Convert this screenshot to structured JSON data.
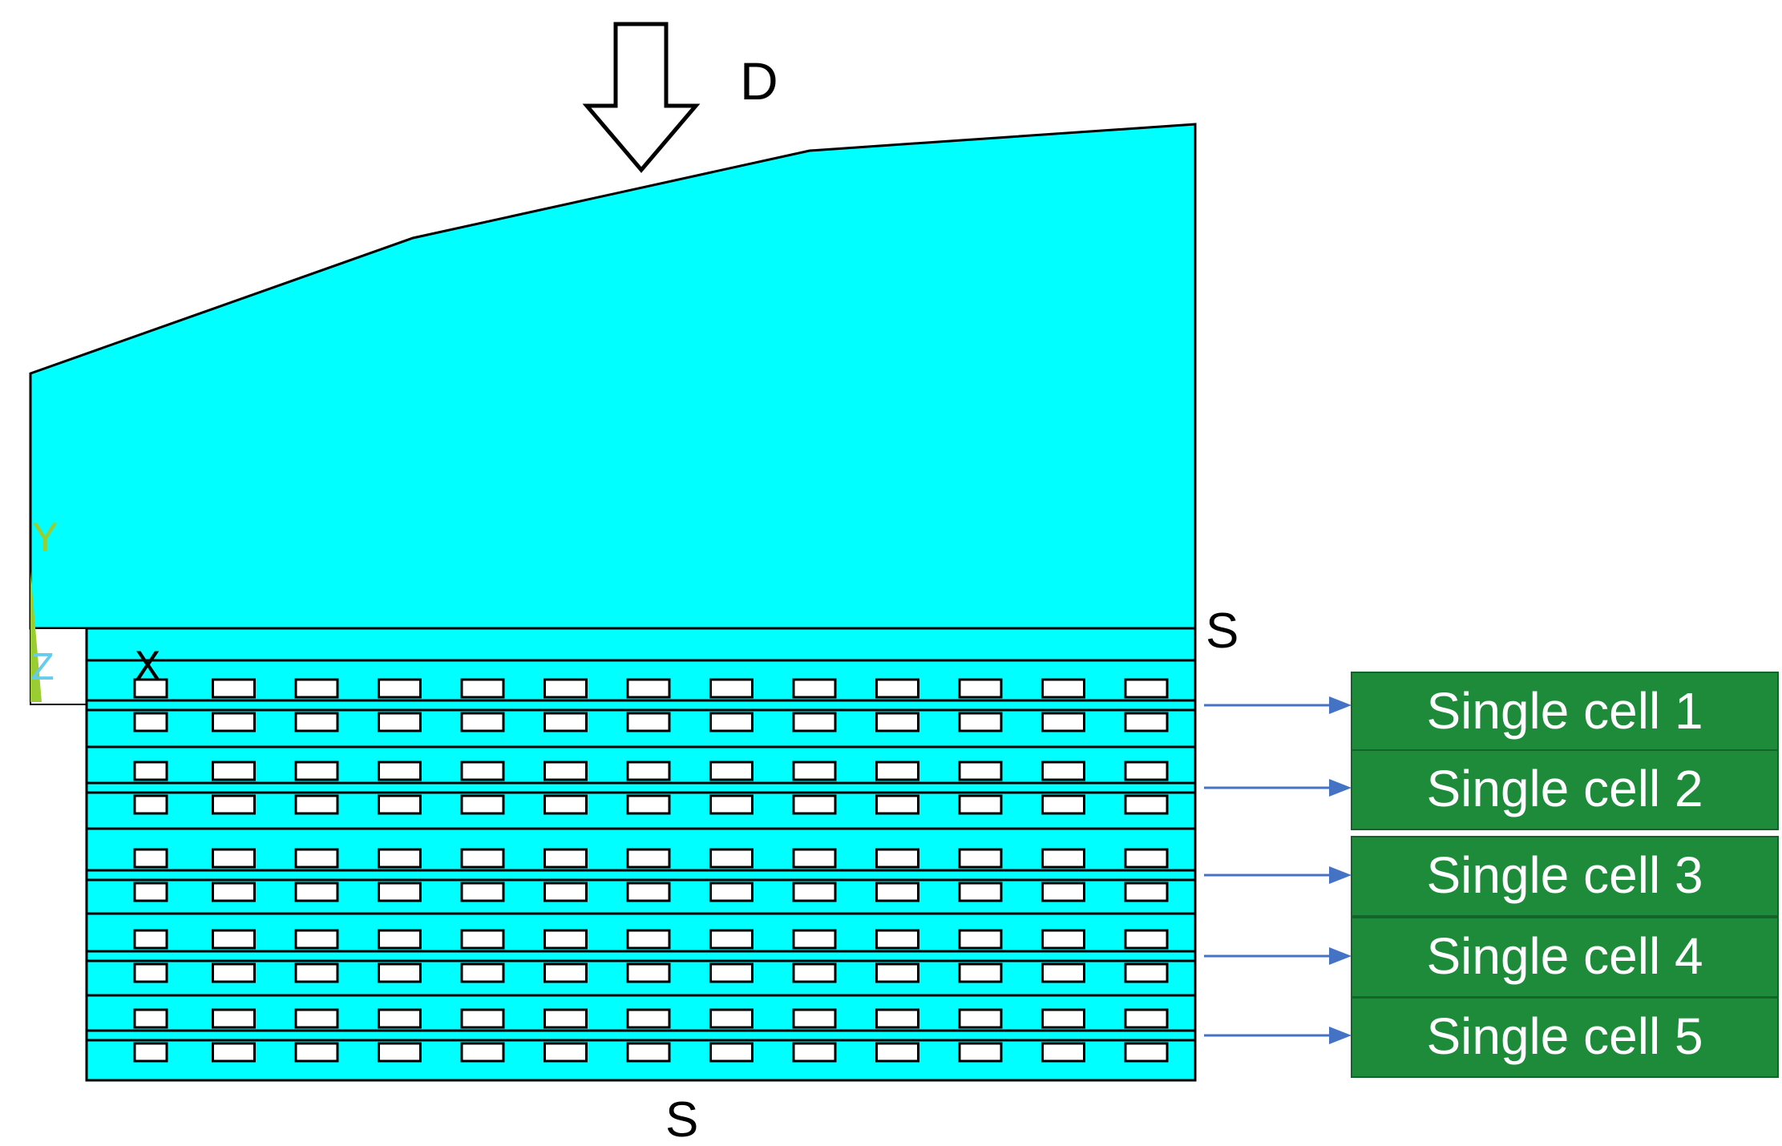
{
  "labels": {
    "load": "D",
    "support_top": "S",
    "support_bottom": "S"
  },
  "axes": {
    "y": "Y",
    "z": "Z",
    "x": "X"
  },
  "cells": [
    {
      "label": "Single cell 1"
    },
    {
      "label": "Single cell 2"
    },
    {
      "label": "Single cell 3"
    },
    {
      "label": "Single cell 4"
    },
    {
      "label": "Single cell 5"
    }
  ],
  "colors": {
    "body_fill": "#00ffff",
    "outline": "#000000",
    "cell_box": "#1e8b3a",
    "arrow": "#4472c4",
    "axis_y": "#9acd32",
    "axis_z": "#66ccee"
  }
}
